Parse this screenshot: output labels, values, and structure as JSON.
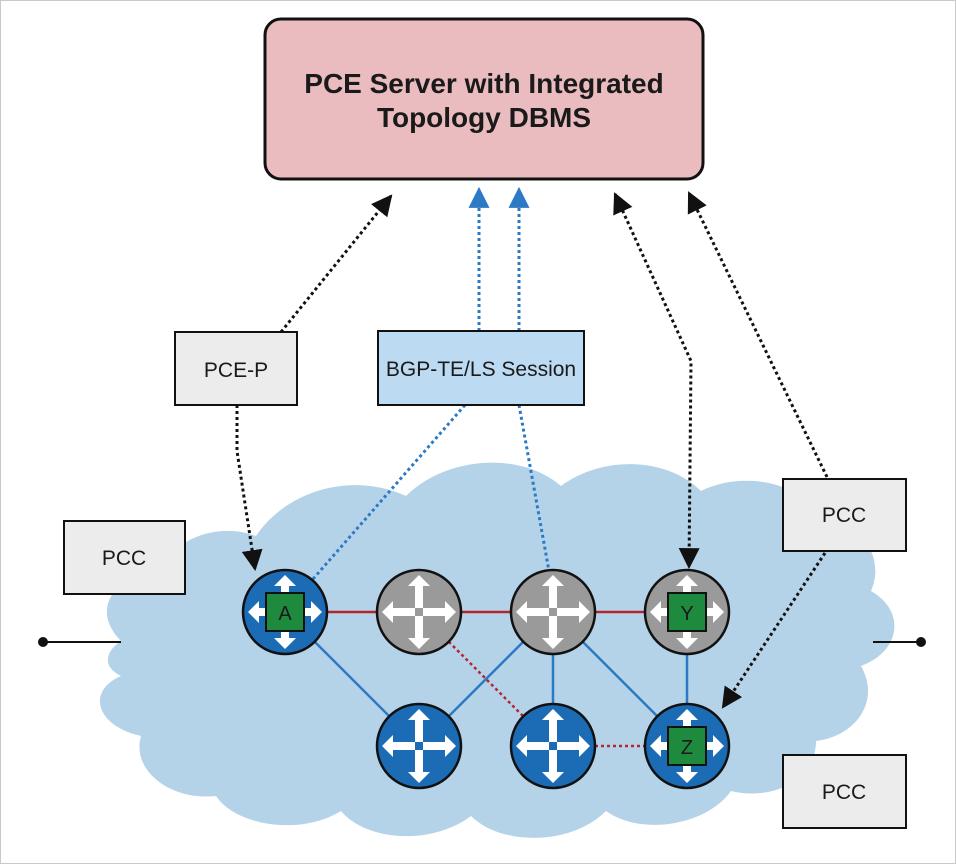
{
  "server": {
    "title_line1": "PCE Server with Integrated",
    "title_line2": "Topology DBMS"
  },
  "labels": {
    "pce_p": "PCE-P",
    "bgp_session": "BGP-TE/LS Session",
    "pcc_left": "PCC",
    "pcc_right": "PCC",
    "pcc_bottom": "PCC"
  },
  "routers": {
    "a": "A",
    "y": "Y",
    "z": "Z"
  },
  "colors": {
    "server_fill": "#ebbcbf",
    "bgp_fill": "#bcdaf2",
    "pcc_fill": "#ececec",
    "cloud_fill": "#b5d3e8",
    "router_blue": "#1c6bb5",
    "router_gray": "#9a9a9a",
    "badge_green": "#1e8a3e",
    "link_red": "#b3262f",
    "link_blue": "#2c7ac4"
  }
}
